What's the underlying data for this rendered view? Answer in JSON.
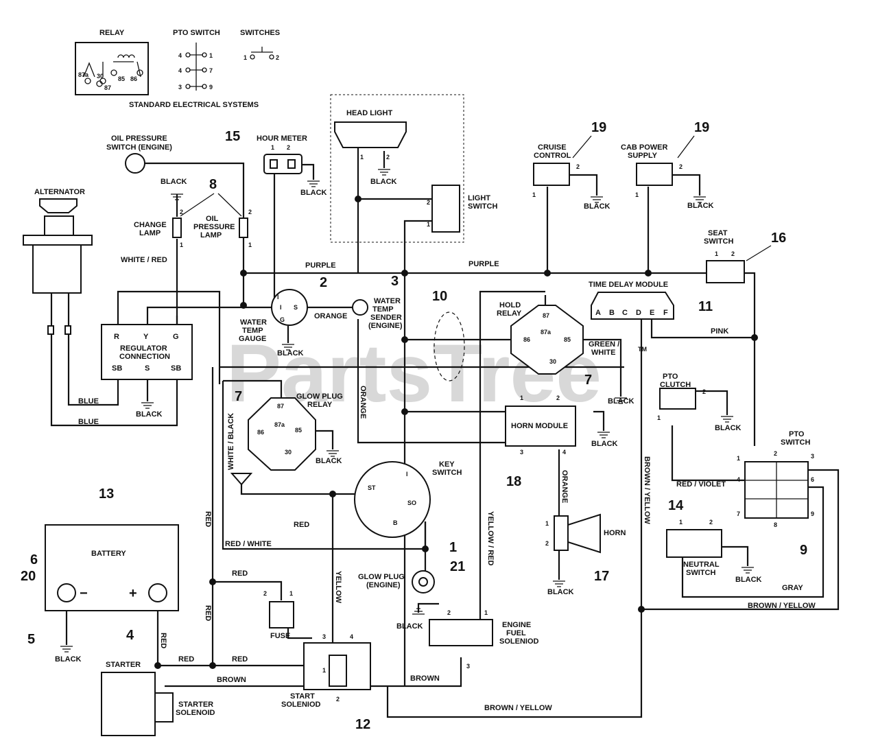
{
  "watermark": "PartsTree",
  "trademark": "TM",
  "legend": {
    "relay": "RELAY",
    "pto_switch": "PTO SWITCH",
    "switches": "SWITCHES",
    "caption": "STANDARD ELECTRICAL SYSTEMS",
    "relay_pins": [
      "87a",
      "30",
      "87",
      "85",
      "86"
    ],
    "pto_pins": [
      "4",
      "1",
      "4",
      "7",
      "3",
      "9"
    ],
    "switch_pins": [
      "1",
      "2"
    ]
  },
  "components": {
    "alternator": "ALTERNATOR",
    "oil_pressure_switch": [
      "OIL PRESSURE",
      "SWITCH (ENGINE)"
    ],
    "hour_meter": "HOUR METER",
    "head_light": "HEAD LIGHT",
    "light_switch": [
      "LIGHT",
      "SWITCH"
    ],
    "cruise_control": [
      "CRUISE",
      "CONTROL"
    ],
    "cab_power_supply": [
      "CAB POWER",
      "SUPPLY"
    ],
    "seat_switch": [
      "SEAT",
      "SWITCH"
    ],
    "time_delay_module": "TIME DELAY MODULE",
    "tdm_pins": [
      "A",
      "B",
      "C",
      "D",
      "E",
      "F"
    ],
    "change_lamp": [
      "CHANGE",
      "LAMP"
    ],
    "oil_pressure_lamp": [
      "OIL",
      "PRESSURE",
      "LAMP"
    ],
    "regulator": [
      "REGULATOR",
      "CONNECTION"
    ],
    "regulator_top_pins": [
      "R",
      "Y",
      "G"
    ],
    "regulator_bottom_pins": [
      "SB",
      "S",
      "SB"
    ],
    "water_temp_gauge": [
      "WATER",
      "TEMP",
      "GAUGE"
    ],
    "water_temp_sender": [
      "WATER",
      "TEMP",
      "SENDER",
      "(ENGINE)"
    ],
    "gauge_pins": [
      "I",
      "G",
      "S"
    ],
    "hold_relay": [
      "HOLD",
      "RELAY"
    ],
    "glow_plug_relay": [
      "GLOW PLUG",
      "RELAY"
    ],
    "horn_module": "HORN MODULE",
    "pto_clutch": [
      "PTO",
      "CLUTCH"
    ],
    "pto_switch": [
      "PTO",
      "SWITCH"
    ],
    "key_switch": [
      "KEY",
      "SWITCH"
    ],
    "key_pins": [
      "I",
      "ST",
      "SO",
      "B"
    ],
    "battery": "BATTERY",
    "glow_plug": [
      "GLOW PLUG",
      "(ENGINE)"
    ],
    "horn": "HORN",
    "neutral_switch": [
      "NEUTRAL",
      "SWITCH"
    ],
    "fuse": "FUSE",
    "engine_fuel_solenoid": [
      "ENGINE",
      "FUEL",
      "SOLENIOD"
    ],
    "start_solenoid": [
      "START",
      "SOLENIOD"
    ],
    "starter": "STARTER",
    "starter_solenoid": [
      "STARTER",
      "SOLENOID"
    ]
  },
  "callouts": [
    "15",
    "8",
    "19",
    "19",
    "16",
    "2",
    "3",
    "10",
    "11",
    "7",
    "7",
    "18",
    "13",
    "6",
    "20",
    "5",
    "4",
    "1",
    "21",
    "17",
    "14",
    "9",
    "12"
  ],
  "wires": {
    "black": "BLACK",
    "white_red": "WHITE / RED",
    "purple": "PURPLE",
    "orange": "ORANGE",
    "blue": "BLUE",
    "pink": "PINK",
    "green_white": [
      "GREEN /",
      "WHITE"
    ],
    "white_black": "WHITE / BLACK",
    "red": "RED",
    "red_white": "RED / WHITE",
    "yellow": "YELLOW",
    "yellow_red": "YELLOW / RED",
    "brown": "BROWN",
    "brown_yellow": "BROWN / YELLOW",
    "red_violet": "RED / VIOLET",
    "gray": "GRAY"
  }
}
